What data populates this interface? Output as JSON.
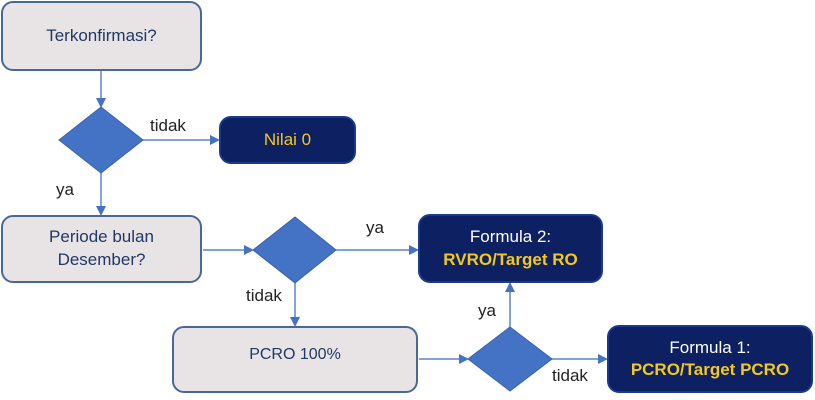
{
  "diagram": {
    "type": "flowchart",
    "colors": {
      "process_fill": "#e8e4e6",
      "process_border": "#4a6895",
      "process_text": "#1f3864",
      "result_fill": "#0c2062",
      "result_text": "#ffffff",
      "result_highlight": "#f4c81c",
      "decision_fill": "#4472c4",
      "connector": "#5b84c8"
    },
    "nodes": {
      "confirmed": {
        "text": "Terkonfirmasi?"
      },
      "december": {
        "line1": "Periode bulan",
        "line2": "Desember?"
      },
      "pcro": {
        "text": "PCRO 100%"
      },
      "value_zero": {
        "text": "Nilai 0"
      },
      "formula2": {
        "title": "Formula 2:",
        "formula": "RVRO/Target RO"
      },
      "formula1": {
        "title": "Formula 1:",
        "formula": "PCRO/Target PCRO"
      }
    },
    "edge_labels": {
      "d1_no": "tidak",
      "d1_yes": "ya",
      "d2_yes": "ya",
      "d2_no": "tidak",
      "d3_yes": "ya",
      "d3_no": "tidak"
    }
  }
}
